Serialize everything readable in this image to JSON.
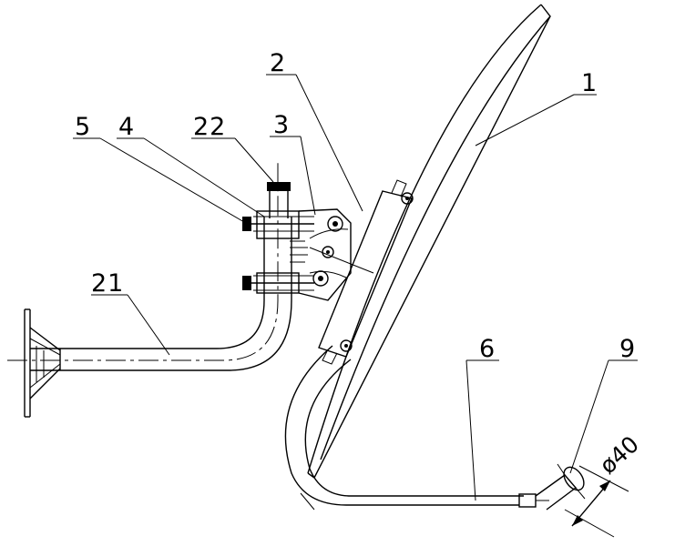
{
  "callouts": {
    "label_1": "1",
    "label_2": "2",
    "label_3": "3",
    "label_4": "4",
    "label_5": "5",
    "label_6": "6",
    "label_9": "9",
    "label_21": "21",
    "label_22": "22"
  },
  "dimension": {
    "diameter": "ø40"
  }
}
